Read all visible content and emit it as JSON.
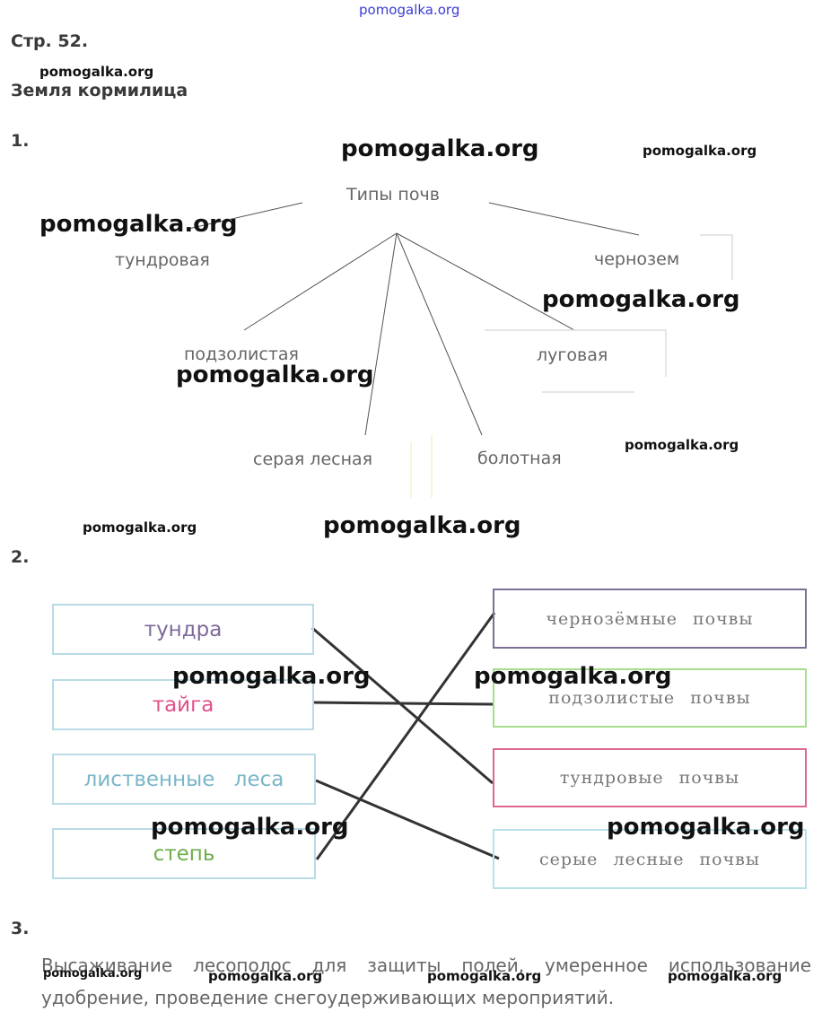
{
  "watermark_top": "pomogalka.org",
  "page_ref": "Стр. 52.",
  "topic": "Земля кормилица",
  "task1": {
    "number": "1.",
    "root": "Типы почв",
    "nodes": [
      "тундровая",
      "чернозем",
      "подзолистая",
      "луговая",
      "серая лесная",
      "болотная"
    ]
  },
  "task2": {
    "number": "2.",
    "left": [
      {
        "label": "тундра",
        "color": "#7e6a9a"
      },
      {
        "label": "тайга",
        "color": "#e0508a"
      },
      {
        "label": "лиственные леса",
        "color": "#7ab6c8"
      },
      {
        "label": "степь",
        "color": "#6cae4a"
      }
    ],
    "right": [
      {
        "label": "чернозёмные почвы",
        "border": "#7d7094"
      },
      {
        "label": "подзолистые почвы",
        "border": "#a8dd8e"
      },
      {
        "label": "тундровые почвы",
        "border": "#e06890"
      },
      {
        "label": "серые лесные почвы",
        "border": "#b8e2ea"
      }
    ],
    "matches": [
      [
        0,
        2
      ],
      [
        1,
        1
      ],
      [
        2,
        3
      ],
      [
        3,
        0
      ]
    ]
  },
  "task3": {
    "number": "3.",
    "answer": "Высаживание лесополос для защиты полей, умеренное использование удобрение, проведение снегоудерживающих мероприятий."
  },
  "watermarks": {
    "w1": "pomogalka.org",
    "w2": "pomogalka.org",
    "w3": "pomogalka.org",
    "w4": "pomogalka.org",
    "w5": "pomogalka.org",
    "w6": "pomogalka.org",
    "w7": "pomogalka.org",
    "w8": "pomogalka.org",
    "w9": "pomogalka.org",
    "w10": "pomogalka.org",
    "w11": "pomogalka.org",
    "w12": "pomogalka.org",
    "w13": "pomogalka.org",
    "w14": "pomogalka.org",
    "w15": "pomogalka.org",
    "w16": "pomogalka.org",
    "w17": "pomogalka.org"
  }
}
